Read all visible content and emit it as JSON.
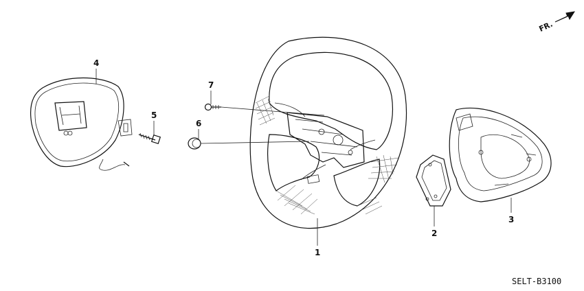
{
  "direction_label": "FR.",
  "diagram_code": "SELT-B3100",
  "callouts": {
    "wheel": "1",
    "cover_small": "2",
    "rear_cover": "3",
    "airbag": "4",
    "bolt": "5",
    "nut": "6",
    "screw": "7"
  }
}
